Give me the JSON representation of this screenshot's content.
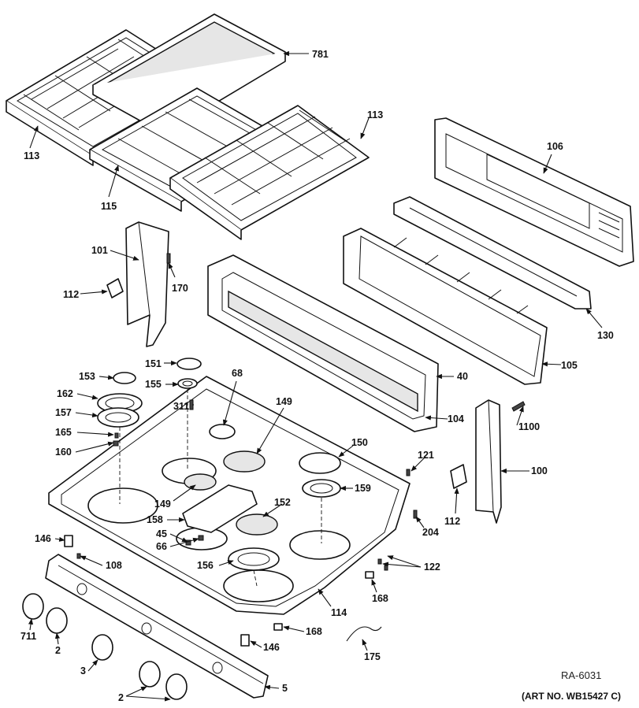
{
  "diagram": {
    "reference_code": "RA-6031",
    "art_number": "(ART NO. WB15427 C)",
    "callouts": [
      {
        "id": "grate-left-113",
        "text": "113"
      },
      {
        "id": "griddle-781",
        "text": "781"
      },
      {
        "id": "grate-right-113",
        "text": "113"
      },
      {
        "id": "grate-center-115",
        "text": "115"
      },
      {
        "id": "backguard-106",
        "text": "106"
      },
      {
        "id": "bracket-101",
        "text": "101"
      },
      {
        "id": "screw-170",
        "text": "170"
      },
      {
        "id": "clip-112-left",
        "text": "112"
      },
      {
        "id": "manifold-cover-130",
        "text": "130"
      },
      {
        "id": "control-panel-105",
        "text": "105"
      },
      {
        "id": "cap-151",
        "text": "151"
      },
      {
        "id": "cap-153",
        "text": "153"
      },
      {
        "id": "head-155",
        "text": "155"
      },
      {
        "id": "screw-68-top",
        "text": "68"
      },
      {
        "id": "trim-40",
        "text": "40"
      },
      {
        "id": "glass-104",
        "text": "104"
      },
      {
        "id": "burner-162",
        "text": "162"
      },
      {
        "id": "screw-311",
        "text": "311"
      },
      {
        "id": "grommet-149-top",
        "text": "149"
      },
      {
        "id": "burner-157",
        "text": "157"
      },
      {
        "id": "spring-165",
        "text": "165"
      },
      {
        "id": "orifice-160",
        "text": "160"
      },
      {
        "id": "cap-150",
        "text": "150"
      },
      {
        "id": "screw-121",
        "text": "121"
      },
      {
        "id": "screw-1100",
        "text": "1100"
      },
      {
        "id": "bracket-100",
        "text": "100"
      },
      {
        "id": "grommet-149-low",
        "text": "149"
      },
      {
        "id": "burner-159",
        "text": "159"
      },
      {
        "id": "cap-152",
        "text": "152"
      },
      {
        "id": "burner-158",
        "text": "158"
      },
      {
        "id": "clip-112-right",
        "text": "112"
      },
      {
        "id": "part-45",
        "text": "45"
      },
      {
        "id": "screw-204",
        "text": "204"
      },
      {
        "id": "clip-146-top",
        "text": "146"
      },
      {
        "id": "part-66",
        "text": "66"
      },
      {
        "id": "screw-108",
        "text": "108"
      },
      {
        "id": "burner-156",
        "text": "156"
      },
      {
        "id": "screws-122",
        "text": "122"
      },
      {
        "id": "clip-168-right",
        "text": "168"
      },
      {
        "id": "cooktop-114",
        "text": "114"
      },
      {
        "id": "knob-711",
        "text": "711"
      },
      {
        "id": "knob-2-a",
        "text": "2"
      },
      {
        "id": "clip-168-bottom",
        "text": "168"
      },
      {
        "id": "clip-146-bottom",
        "text": "146"
      },
      {
        "id": "wire-175",
        "text": "175"
      },
      {
        "id": "knob-3",
        "text": "3"
      },
      {
        "id": "knobs-2-b",
        "text": "2"
      },
      {
        "id": "manifold-panel-5",
        "text": "5"
      }
    ]
  }
}
